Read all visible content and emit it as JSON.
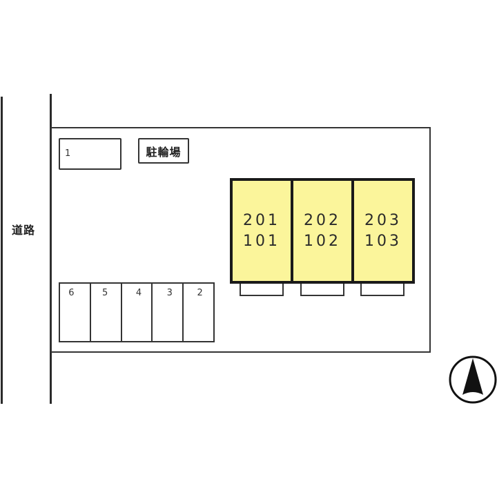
{
  "road": {
    "label": "道路"
  },
  "parking": {
    "top_slot": {
      "number": "1"
    },
    "bottom_slots": [
      {
        "number": "6"
      },
      {
        "number": "5"
      },
      {
        "number": "4"
      },
      {
        "number": "3"
      },
      {
        "number": "2"
      }
    ]
  },
  "bicycle_parking": {
    "label": "駐輪場"
  },
  "building": {
    "fill_color": "#fbf59b",
    "units": [
      {
        "upper": "201",
        "lower": "101"
      },
      {
        "upper": "202",
        "lower": "102"
      },
      {
        "upper": "203",
        "lower": "103"
      }
    ]
  },
  "compass": {
    "direction": "N",
    "icon": "north-arrow-icon"
  }
}
